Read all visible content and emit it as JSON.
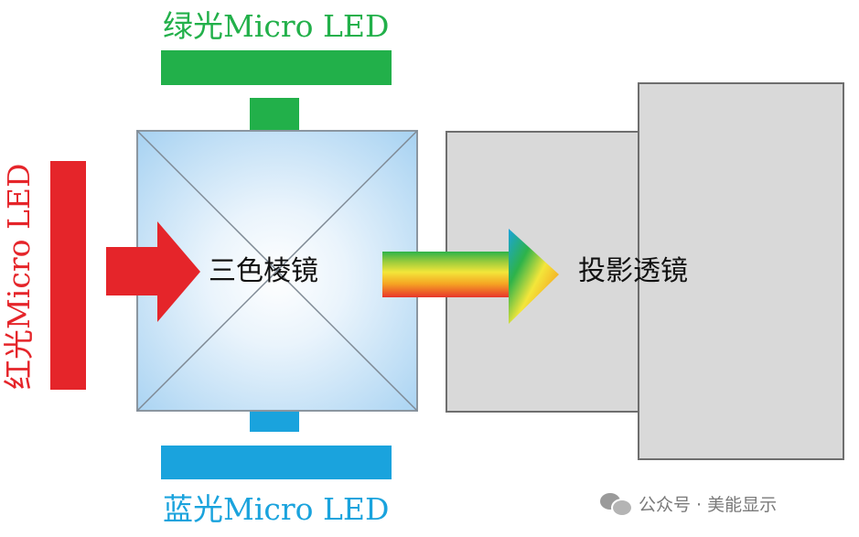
{
  "labels": {
    "green_led": "绿光Micro LED",
    "red_led": "红光Micro LED",
    "blue_led": "蓝光Micro LED",
    "prism": "三色棱镜",
    "lens": "投影透镜"
  },
  "watermark": {
    "icon": "wechat-official-account-icon",
    "text": "公众号 · 美能显示"
  },
  "colors": {
    "green": "#22b04a",
    "red": "#e5252a",
    "blue": "#1aa3dd",
    "prism_tint": "#a9d3f2",
    "lens_fill": "#d9d9d9",
    "lens_stroke": "#6e6e6e"
  }
}
